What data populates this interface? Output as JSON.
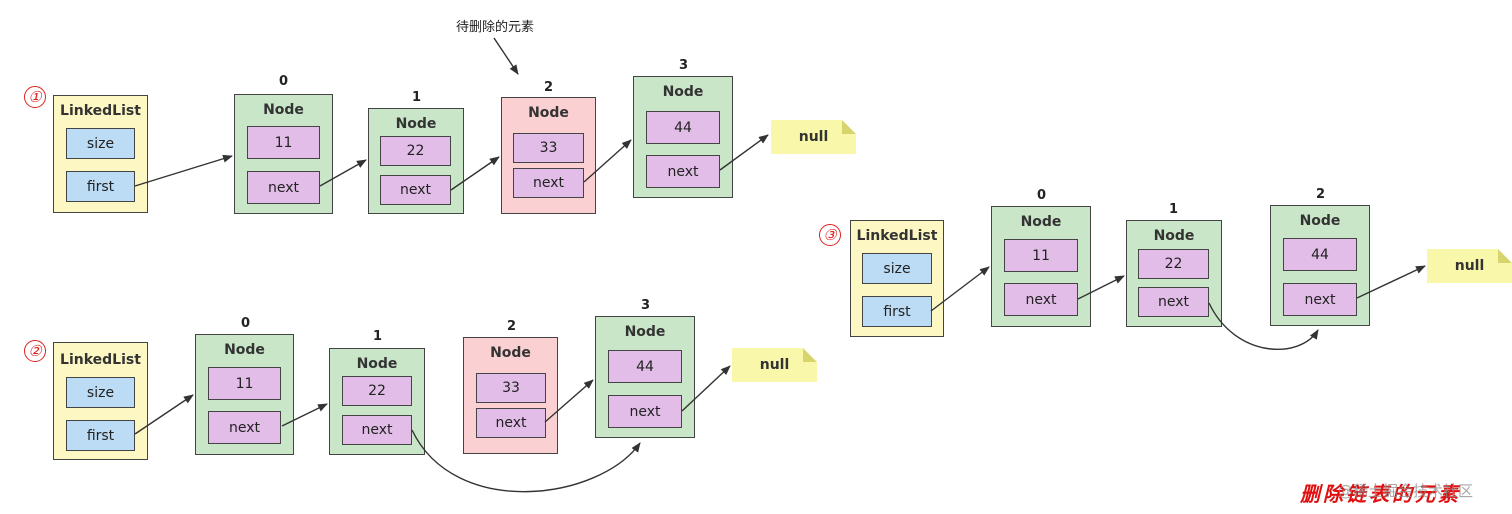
{
  "labels": {
    "linkedlist": "LinkedList",
    "size": "size",
    "first": "first",
    "node": "Node",
    "next": "next",
    "null": "null"
  },
  "steps": [
    "①",
    "②",
    "③"
  ],
  "annotation": "待删除的元素",
  "caption": "删除链表的元素",
  "watermark": "@稀土掘金技术社区",
  "diagram1": {
    "indices": [
      "0",
      "1",
      "2",
      "3"
    ],
    "values": [
      "11",
      "22",
      "33",
      "44"
    ]
  },
  "diagram2": {
    "indices": [
      "0",
      "1",
      "2",
      "3"
    ],
    "values": [
      "11",
      "22",
      "33",
      "44"
    ]
  },
  "diagram3": {
    "indices": [
      "0",
      "1",
      "2"
    ],
    "values": [
      "11",
      "22",
      "44"
    ]
  },
  "colors": {
    "linkedlist_bg": "#fdf7c3",
    "node_bg": "#c9e6c8",
    "deleted_node_bg": "#fbd0d3",
    "field_blue": "#bcdcf5",
    "field_purple": "#e2bde8",
    "null_note": "#f9f7a9",
    "accent_red": "#e02020"
  }
}
